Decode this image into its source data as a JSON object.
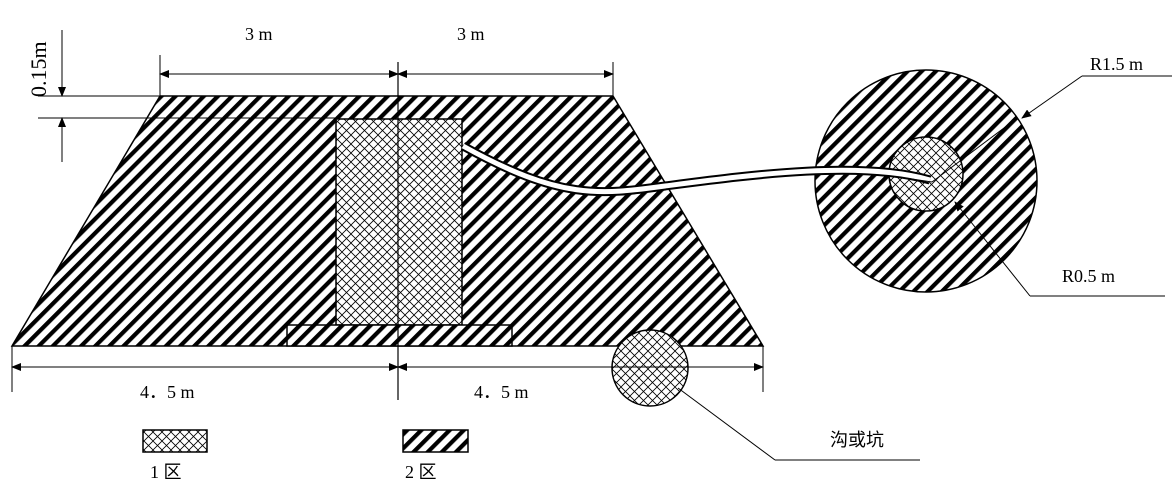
{
  "dimensions": {
    "top_left": "3 m",
    "top_right": "3 m",
    "bottom_left": "4．5 m",
    "bottom_right": "4．5 m",
    "thickness": "0.15m"
  },
  "callouts": {
    "outer_radius": "R1.5 m",
    "inner_radius": "R0.5 m",
    "pit": "沟或坑"
  },
  "legend": [
    {
      "label": "1 区",
      "pattern": "crosshatch"
    },
    {
      "label": "2 区",
      "pattern": "diagonal"
    }
  ]
}
